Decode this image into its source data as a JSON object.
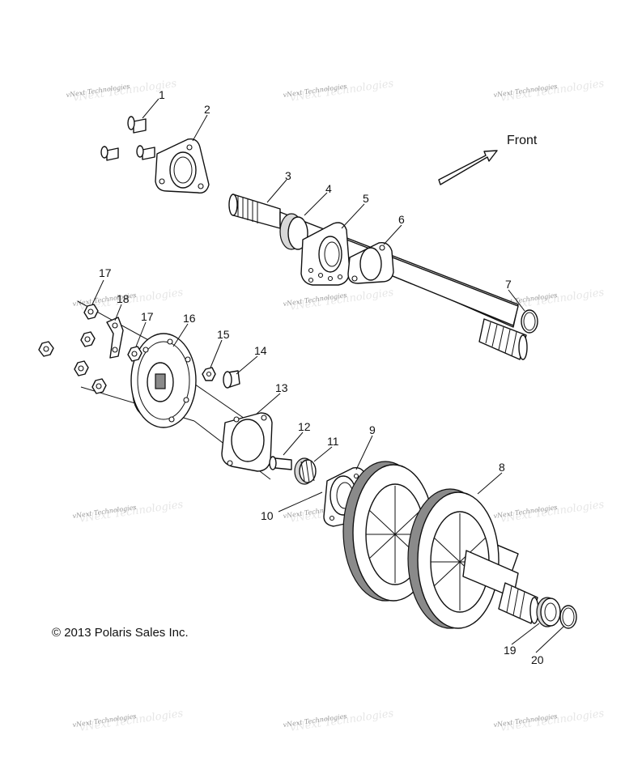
{
  "diagram": {
    "direction_label": "Front",
    "copyright": "© 2013 Polaris Sales Inc.",
    "watermark_text": "vNext Technologies",
    "callouts": [
      "1",
      "2",
      "3",
      "4",
      "5",
      "6",
      "7",
      "8",
      "9",
      "10",
      "11",
      "12",
      "13",
      "14",
      "15",
      "16",
      "17",
      "17",
      "18",
      "19",
      "20"
    ]
  }
}
